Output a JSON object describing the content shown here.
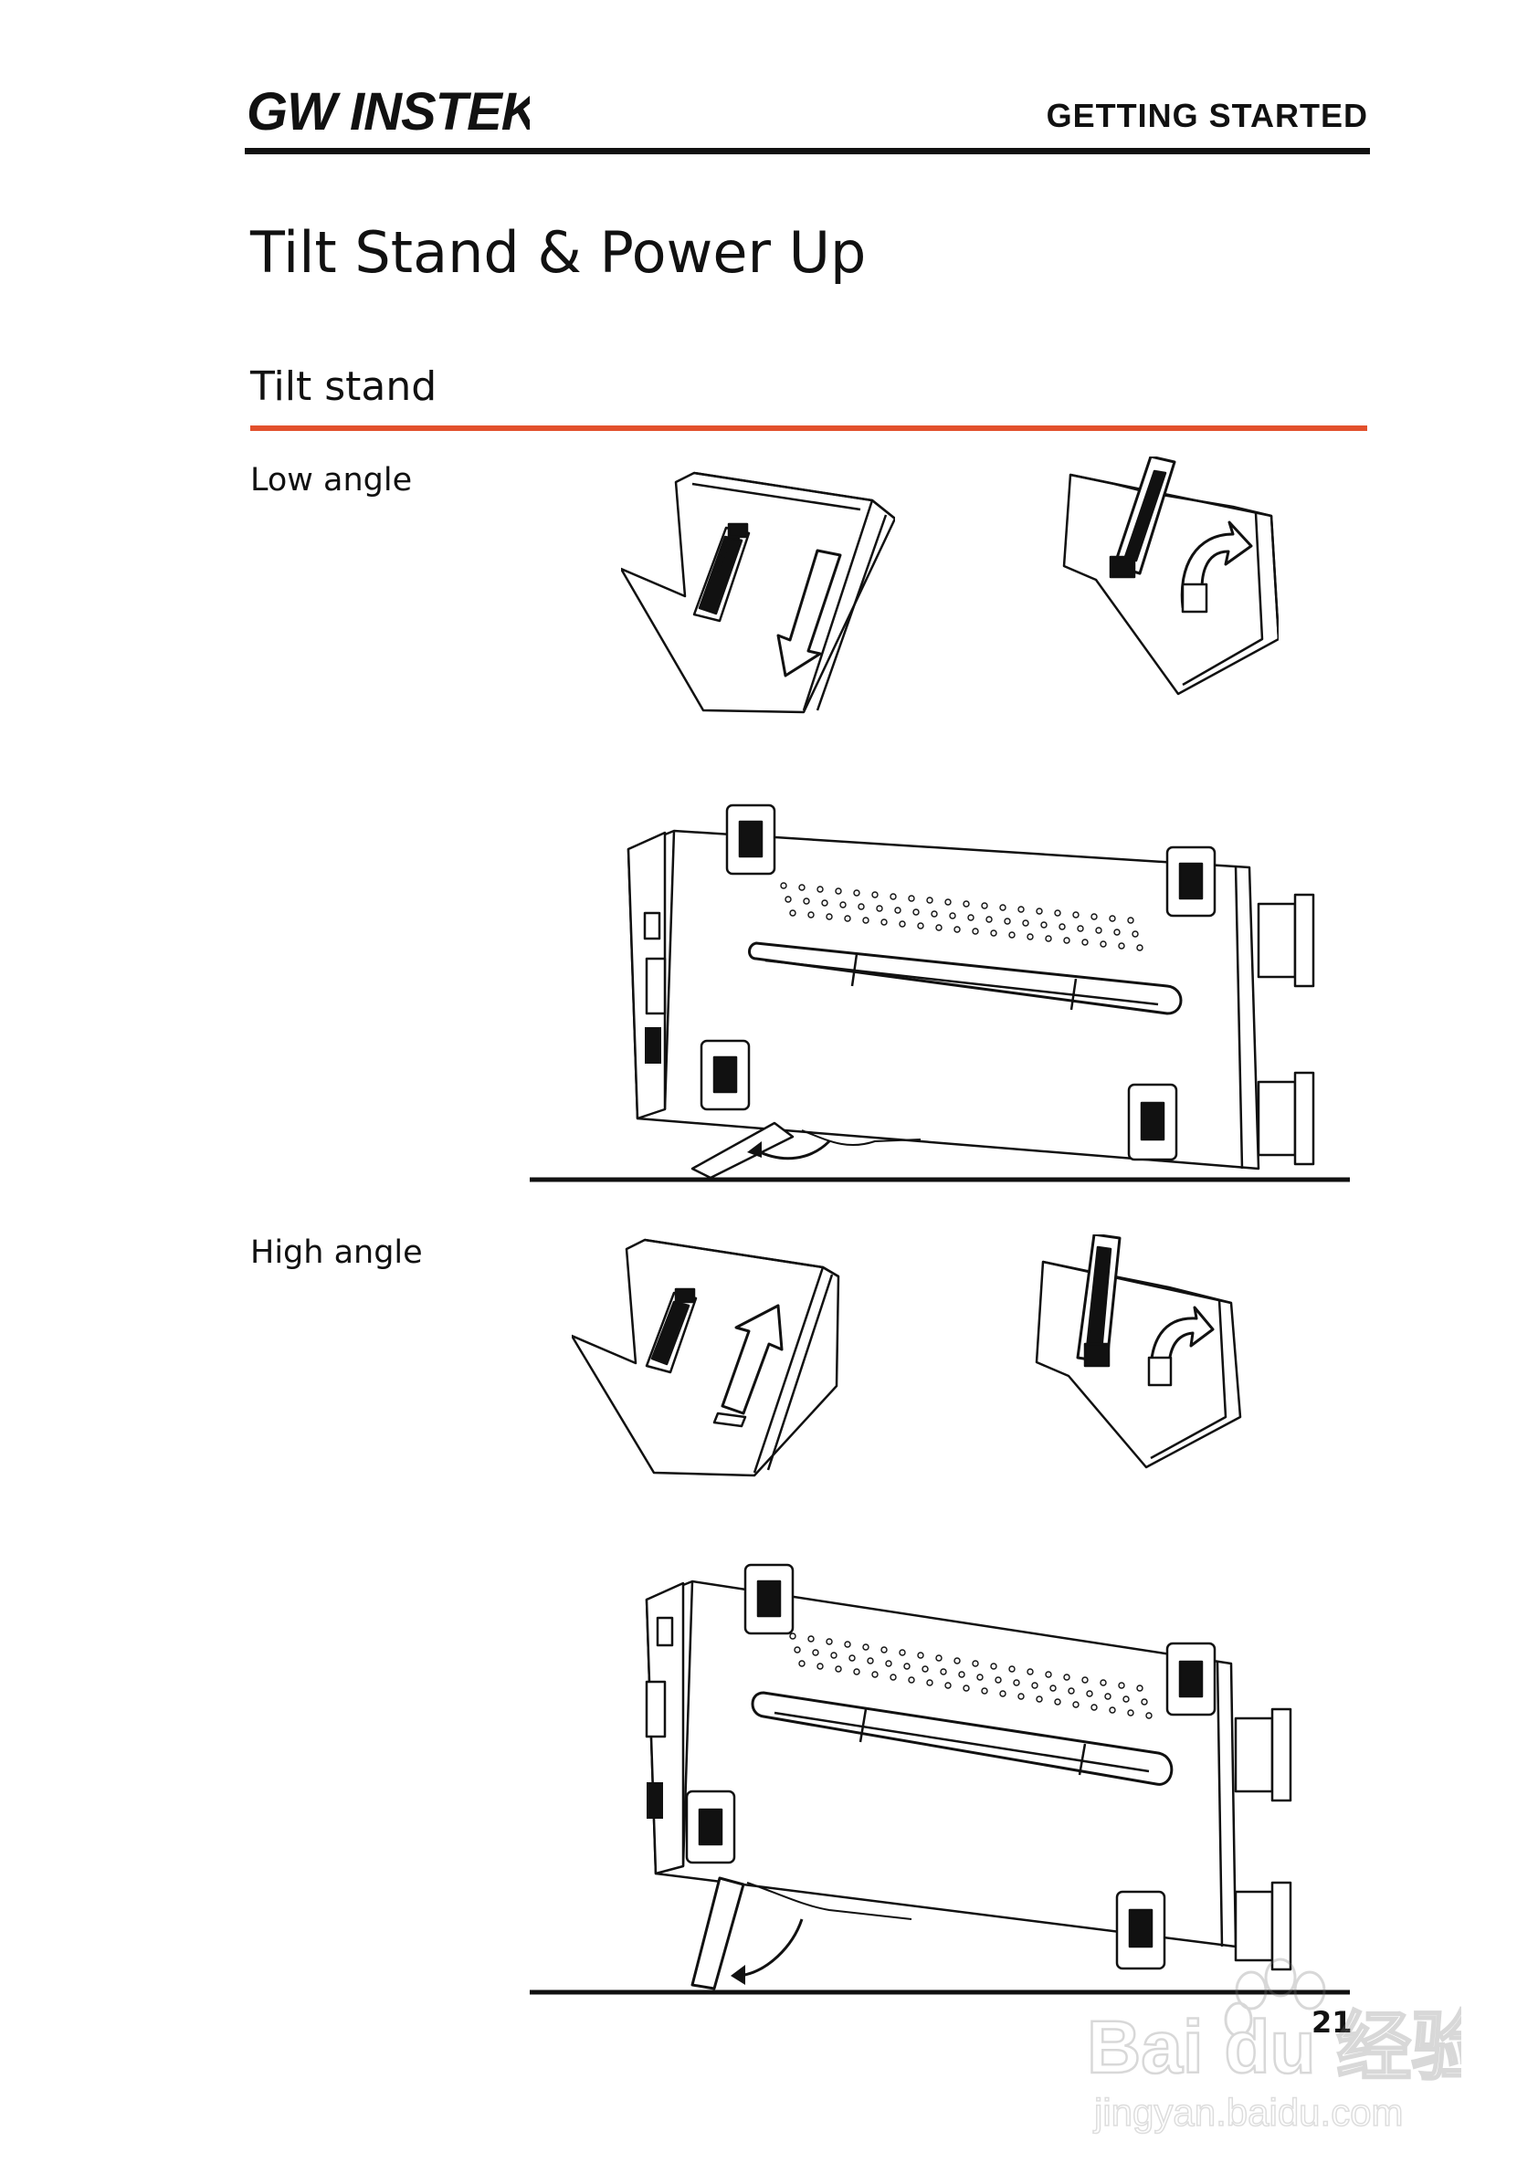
{
  "header": {
    "logo_text": "GW INSTEK",
    "running_title": "GETTING STARTED"
  },
  "page_title": "Tilt Stand & Power Up",
  "section": {
    "title": "Tilt stand"
  },
  "figures": [
    {
      "label": "Low angle"
    },
    {
      "label": "High angle"
    }
  ],
  "page_number": "21",
  "watermark": {
    "text": "Bai du 经验",
    "url_text": "jingyan.baidu.com"
  },
  "colors": {
    "section_rule": "#e2502c",
    "ink": "#111111"
  }
}
